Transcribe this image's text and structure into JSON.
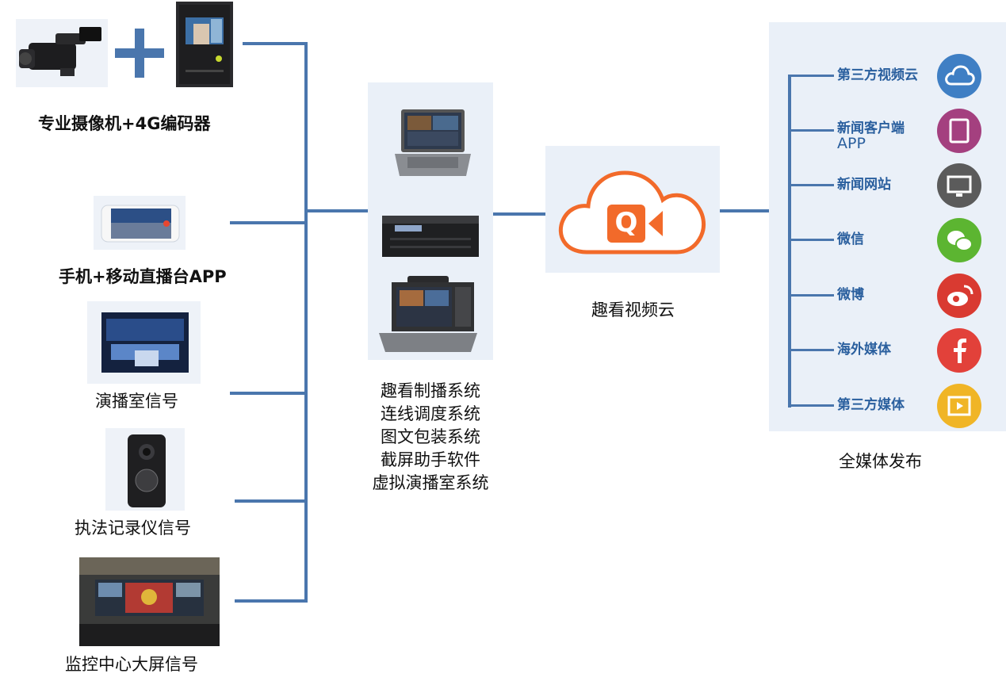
{
  "sources": [
    {
      "label": "专业摄像机+4G编码器"
    },
    {
      "label": "手机+移动直播台APP"
    },
    {
      "label": "演播室信号"
    },
    {
      "label": "执法记录仪信号"
    },
    {
      "label": "监控中心大屏信号"
    }
  ],
  "system": {
    "lines": [
      "趣看制播系统",
      "连线调度系统",
      "图文包装系统",
      "截屏助手软件",
      "虚拟演播室系统"
    ]
  },
  "cloud": {
    "label": "趣看视频云",
    "logo_letter": "Q"
  },
  "publish": {
    "label": "全媒体发布",
    "items": [
      {
        "label_lines": [
          "第三方视频云"
        ],
        "icon": "cloud-icon",
        "color": "#3f7fc4"
      },
      {
        "label_lines": [
          "新闻客户端",
          "APP"
        ],
        "icon": "tablet-icon",
        "color": "#a4407f"
      },
      {
        "label_lines": [
          "新闻网站"
        ],
        "icon": "monitor-icon",
        "color": "#5b5b5b"
      },
      {
        "label_lines": [
          "微信"
        ],
        "icon": "wechat-icon",
        "color": "#5cb531"
      },
      {
        "label_lines": [
          "微博"
        ],
        "icon": "weibo-icon",
        "color": "#d93a31"
      },
      {
        "label_lines": [
          "海外媒体"
        ],
        "icon": "facebook-icon",
        "color": "#e2413a"
      },
      {
        "label_lines": [
          "第三方媒体"
        ],
        "icon": "film-icon",
        "color": "#f0b526"
      }
    ]
  },
  "colors": {
    "connector": "#4a76ad",
    "cloud_accent": "#f26a2a"
  }
}
